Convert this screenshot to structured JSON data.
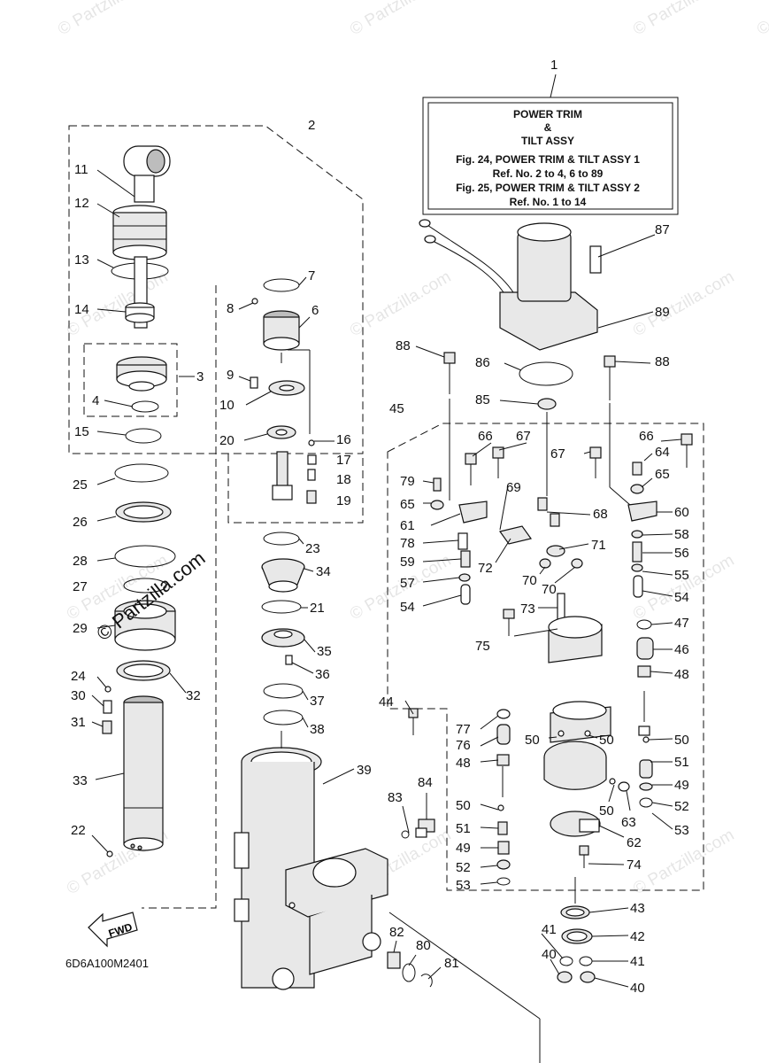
{
  "title_box": {
    "ref": "1",
    "lines": [
      "POWER TRIM",
      "&",
      "TILT ASSY",
      "Fig. 24, POWER TRIM & TILT ASSY 1",
      "Ref. No. 2 to 4, 6 to 89",
      "Fig. 25, POWER TRIM & TILT ASSY 2",
      "Ref. No. 1 to 14"
    ]
  },
  "drawing_code": "6D6A100M2401",
  "fwd_label": "FWD",
  "watermark": "© Partzilla.com",
  "labels": [
    {
      "id": "1",
      "t": "1"
    },
    {
      "id": "2",
      "t": "2"
    },
    {
      "id": "3",
      "t": "3"
    },
    {
      "id": "4",
      "t": "4"
    },
    {
      "id": "6",
      "t": "6"
    },
    {
      "id": "7",
      "t": "7"
    },
    {
      "id": "8",
      "t": "8"
    },
    {
      "id": "9",
      "t": "9"
    },
    {
      "id": "10",
      "t": "10"
    },
    {
      "id": "11",
      "t": "11"
    },
    {
      "id": "12",
      "t": "12"
    },
    {
      "id": "13",
      "t": "13"
    },
    {
      "id": "14",
      "t": "14"
    },
    {
      "id": "15",
      "t": "15"
    },
    {
      "id": "16",
      "t": "16"
    },
    {
      "id": "17",
      "t": "17"
    },
    {
      "id": "18",
      "t": "18"
    },
    {
      "id": "19",
      "t": "19"
    },
    {
      "id": "20",
      "t": "20"
    },
    {
      "id": "21",
      "t": "21"
    },
    {
      "id": "22",
      "t": "22"
    },
    {
      "id": "23",
      "t": "23"
    },
    {
      "id": "24",
      "t": "24"
    },
    {
      "id": "25",
      "t": "25"
    },
    {
      "id": "26",
      "t": "26"
    },
    {
      "id": "27",
      "t": "27"
    },
    {
      "id": "28",
      "t": "28"
    },
    {
      "id": "29",
      "t": "29"
    },
    {
      "id": "30",
      "t": "30"
    },
    {
      "id": "31",
      "t": "31"
    },
    {
      "id": "32",
      "t": "32"
    },
    {
      "id": "33",
      "t": "33"
    },
    {
      "id": "34",
      "t": "34"
    },
    {
      "id": "35",
      "t": "35"
    },
    {
      "id": "36",
      "t": "36"
    },
    {
      "id": "37",
      "t": "37"
    },
    {
      "id": "38",
      "t": "38"
    },
    {
      "id": "39",
      "t": "39"
    },
    {
      "id": "40a",
      "t": "40"
    },
    {
      "id": "40b",
      "t": "40"
    },
    {
      "id": "41a",
      "t": "41"
    },
    {
      "id": "41b",
      "t": "41"
    },
    {
      "id": "42",
      "t": "42"
    },
    {
      "id": "43",
      "t": "43"
    },
    {
      "id": "44",
      "t": "44"
    },
    {
      "id": "45",
      "t": "45"
    },
    {
      "id": "46",
      "t": "46"
    },
    {
      "id": "47",
      "t": "47"
    },
    {
      "id": "48a",
      "t": "48"
    },
    {
      "id": "48b",
      "t": "48"
    },
    {
      "id": "49a",
      "t": "49"
    },
    {
      "id": "49b",
      "t": "49"
    },
    {
      "id": "50a",
      "t": "50"
    },
    {
      "id": "50b",
      "t": "50"
    },
    {
      "id": "50c",
      "t": "50"
    },
    {
      "id": "50d",
      "t": "50"
    },
    {
      "id": "50e",
      "t": "50"
    },
    {
      "id": "51a",
      "t": "51"
    },
    {
      "id": "51b",
      "t": "51"
    },
    {
      "id": "52a",
      "t": "52"
    },
    {
      "id": "52b",
      "t": "52"
    },
    {
      "id": "53a",
      "t": "53"
    },
    {
      "id": "53b",
      "t": "53"
    },
    {
      "id": "54a",
      "t": "54"
    },
    {
      "id": "54b",
      "t": "54"
    },
    {
      "id": "55",
      "t": "55"
    },
    {
      "id": "56",
      "t": "56"
    },
    {
      "id": "57",
      "t": "57"
    },
    {
      "id": "58",
      "t": "58"
    },
    {
      "id": "59",
      "t": "59"
    },
    {
      "id": "60",
      "t": "60"
    },
    {
      "id": "61",
      "t": "61"
    },
    {
      "id": "62",
      "t": "62"
    },
    {
      "id": "63",
      "t": "63"
    },
    {
      "id": "64",
      "t": "64"
    },
    {
      "id": "65a",
      "t": "65"
    },
    {
      "id": "65b",
      "t": "65"
    },
    {
      "id": "66a",
      "t": "66"
    },
    {
      "id": "66b",
      "t": "66"
    },
    {
      "id": "67a",
      "t": "67"
    },
    {
      "id": "67b",
      "t": "67"
    },
    {
      "id": "68",
      "t": "68"
    },
    {
      "id": "69",
      "t": "69"
    },
    {
      "id": "70a",
      "t": "70"
    },
    {
      "id": "70b",
      "t": "70"
    },
    {
      "id": "71",
      "t": "71"
    },
    {
      "id": "72",
      "t": "72"
    },
    {
      "id": "73",
      "t": "73"
    },
    {
      "id": "74",
      "t": "74"
    },
    {
      "id": "75",
      "t": "75"
    },
    {
      "id": "76",
      "t": "76"
    },
    {
      "id": "77",
      "t": "77"
    },
    {
      "id": "78",
      "t": "78"
    },
    {
      "id": "79",
      "t": "79"
    },
    {
      "id": "80",
      "t": "80"
    },
    {
      "id": "81",
      "t": "81"
    },
    {
      "id": "82",
      "t": "82"
    },
    {
      "id": "83",
      "t": "83"
    },
    {
      "id": "84",
      "t": "84"
    },
    {
      "id": "85",
      "t": "85"
    },
    {
      "id": "86",
      "t": "86"
    },
    {
      "id": "87",
      "t": "87"
    },
    {
      "id": "88a",
      "t": "88"
    },
    {
      "id": "88b",
      "t": "88"
    },
    {
      "id": "89",
      "t": "89"
    }
  ]
}
